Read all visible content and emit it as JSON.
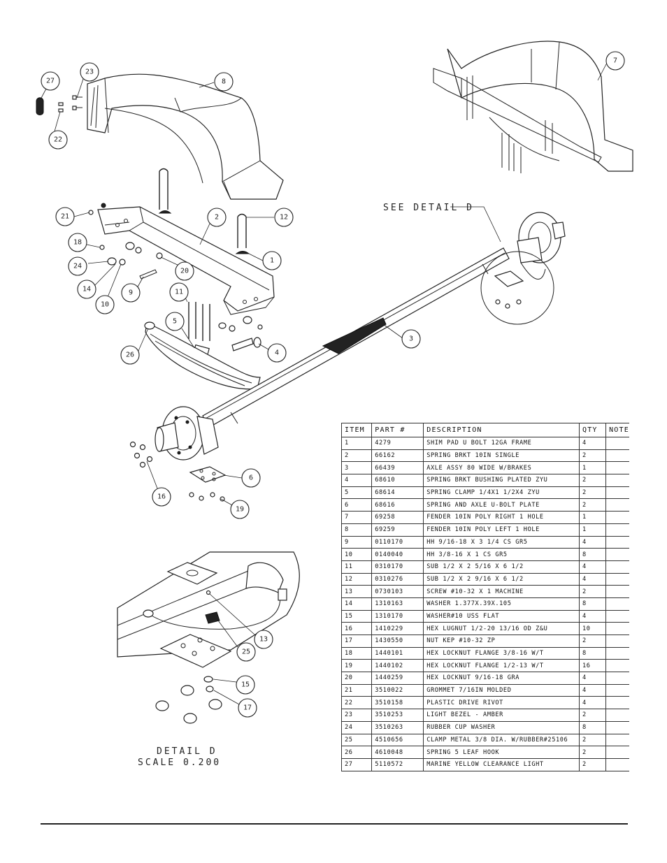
{
  "callouts": {
    "top_left": [
      "27",
      "23",
      "22",
      "8"
    ],
    "top_right": [
      "7"
    ],
    "frame": [
      "21",
      "18",
      "24",
      "14",
      "10",
      "9",
      "20",
      "2",
      "12",
      "1",
      "11",
      "5",
      "26",
      "4"
    ],
    "axle": [
      "3",
      "16",
      "6",
      "19"
    ],
    "detail": [
      "13",
      "25",
      "15",
      "17"
    ]
  },
  "see_detail": "SEE DETAIL D",
  "detail_caption": {
    "line1": "DETAIL D",
    "line2": "SCALE 0.200"
  },
  "bom": {
    "headers": [
      "ITEM",
      "PART #",
      "DESCRIPTION",
      "QTY",
      "NOTE"
    ],
    "rows": [
      [
        "1",
        "4279",
        "SHIM PAD  U BOLT 12GA FRAME",
        "4",
        ""
      ],
      [
        "2",
        "66162",
        "SPRING BRKT  10IN SINGLE",
        "2",
        ""
      ],
      [
        "3",
        "66439",
        "AXLE ASSY 80 WIDE W/BRAKES",
        "1",
        ""
      ],
      [
        "4",
        "68610",
        "SPRING BRKT BUSHING PLATED ZYU",
        "2",
        ""
      ],
      [
        "5",
        "68614",
        "SPRING CLAMP  1/4X1 1/2X4  ZYU",
        "2",
        ""
      ],
      [
        "6",
        "68616",
        "SPRING AND AXLE U-BOLT PLATE",
        "2",
        ""
      ],
      [
        "7",
        "69258",
        "FENDER  10IN POLY RIGHT 1 HOLE",
        "1",
        ""
      ],
      [
        "8",
        "69259",
        "FENDER  10IN POLY LEFT 1 HOLE",
        "1",
        ""
      ],
      [
        "9",
        "0110170",
        "HH 9/16-18 X 3 1/4 CS GR5",
        "4",
        ""
      ],
      [
        "10",
        "0140040",
        "HH 3/8-16 X 1 CS GR5",
        "8",
        ""
      ],
      [
        "11",
        "0310170",
        "SUB 1/2 X 2 5/16 X 6 1/2",
        "4",
        ""
      ],
      [
        "12",
        "0310276",
        "SUB 1/2 X 2 9/16 X 6 1/2",
        "4",
        ""
      ],
      [
        "13",
        "0730103",
        "SCREW #10-32 X 1 MACHINE",
        "2",
        ""
      ],
      [
        "14",
        "1310163",
        "WASHER 1.377X.39X.105",
        "8",
        ""
      ],
      [
        "15",
        "1310170",
        "WASHER#10 USS FLAT",
        "4",
        ""
      ],
      [
        "16",
        "1410229",
        "HEX LUGNUT 1/2-20 13/16 OD Z&U",
        "10",
        ""
      ],
      [
        "17",
        "1430550",
        "NUT KEP #10-32 ZP",
        "2",
        ""
      ],
      [
        "18",
        "1440101",
        "HEX LOCKNUT FLANGE 3/8-16 W/T",
        "8",
        ""
      ],
      [
        "19",
        "1440102",
        "HEX LOCKNUT FLANGE 1/2-13 W/T",
        "16",
        ""
      ],
      [
        "20",
        "1440259",
        "HEX LOCKNUT 9/16-18 GRA",
        "4",
        ""
      ],
      [
        "21",
        "3510022",
        "GROMMET  7/16IN MOLDED",
        "4",
        ""
      ],
      [
        "22",
        "3510158",
        "PLASTIC DRIVE RIVOT",
        "4",
        ""
      ],
      [
        "23",
        "3510253",
        "LIGHT BEZEL - AMBER",
        "2",
        ""
      ],
      [
        "24",
        "3510263",
        "RUBBER CUP WASHER",
        "8",
        ""
      ],
      [
        "25",
        "4510656",
        "CLAMP METAL 3/8 DIA. W/RUBBER#25106",
        "2",
        ""
      ],
      [
        "26",
        "4610048",
        "SPRING  5 LEAF HOOK",
        "2",
        ""
      ],
      [
        "27",
        "5110572",
        "MARINE YELLOW CLEARANCE LIGHT",
        "2",
        ""
      ]
    ]
  }
}
